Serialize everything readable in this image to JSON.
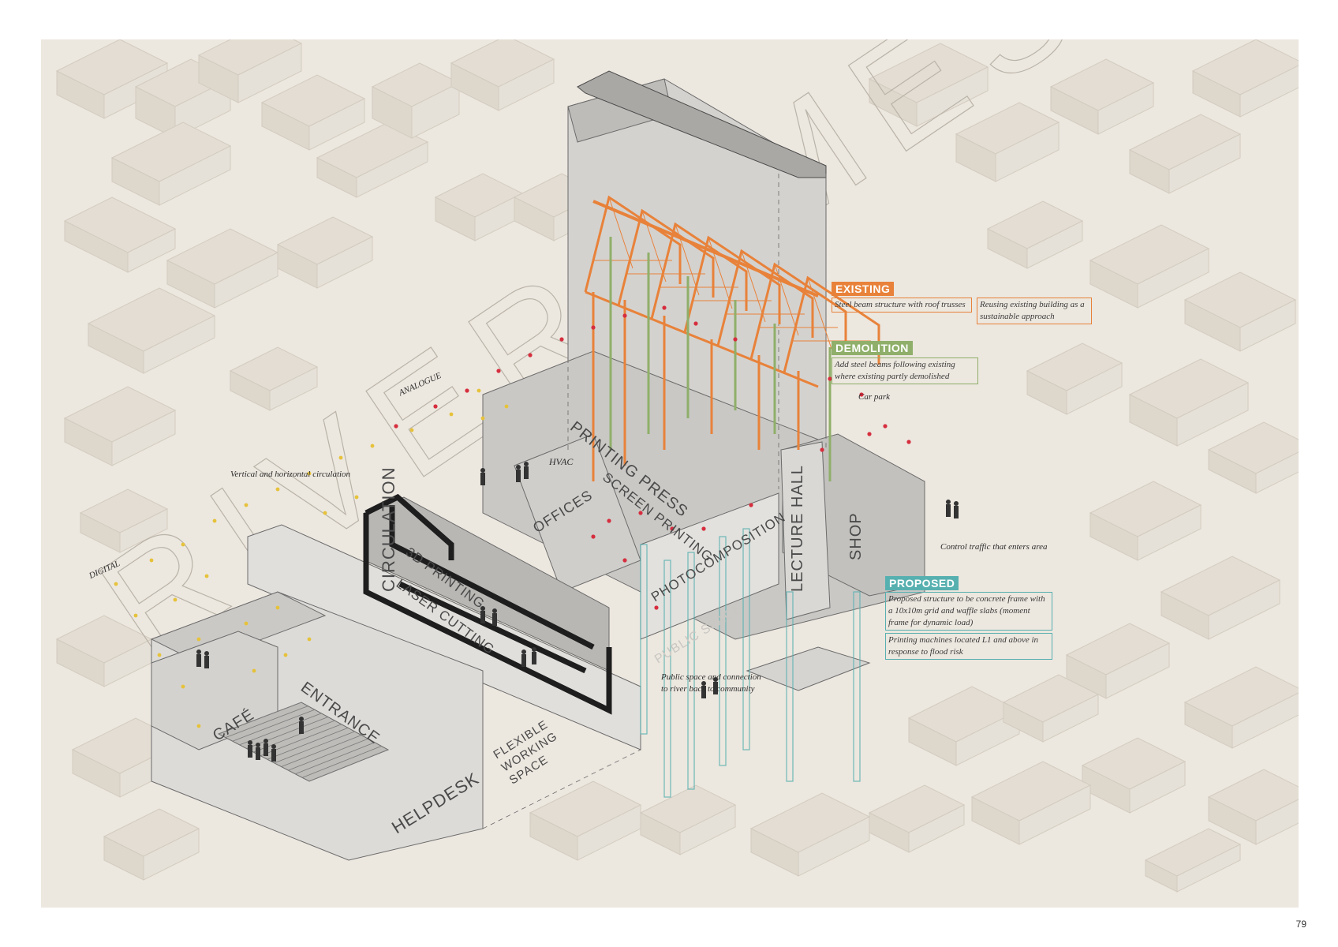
{
  "page_number": "79",
  "watermark": "RIVERTIMES",
  "colors": {
    "paper": "#ece7df",
    "block": "#e3ddd3",
    "block_line": "#d2cbbf",
    "existing": "#e8823a",
    "demolition": "#8faf6a",
    "proposed": "#57b0b0",
    "digital_dots": "#e6c23a",
    "analogue_dots": "#d62e3e"
  },
  "legend": {
    "existing": {
      "heading": "EXISTING",
      "notes": [
        "Steel beam structure with roof trusses",
        "Reusing existing building as a sustainable approach"
      ]
    },
    "demolition": {
      "heading": "DEMOLITION",
      "notes": [
        "Add steel beams following existing where existing partly demolished"
      ]
    },
    "proposed": {
      "heading": "PROPOSED",
      "notes": [
        "Proposed structure to be concrete frame with a 10x10m grid and waffle slabs (moment frame for dynamic load)",
        "Printing machines located L1 and above in response to flood risk"
      ]
    }
  },
  "annotations": {
    "car_park": "Car park",
    "control_traffic": "Control traffic that enters area",
    "public_space": "Public space and connection to river back to community",
    "circulation_note": "Vertical and horizontal circulation",
    "hvac": "HVAC",
    "analogue": "ANALOGUE",
    "digital": "DIGITAL"
  },
  "zones": {
    "circulation": "CIRCULATION",
    "printing_press": "PRINTING PRESS",
    "screen_printing": "SCREEN PRINTING",
    "offices": "OFFICES",
    "photocomposition": "PHOTOCOMPOSITION",
    "lecture_hall": "LECTURE HALL",
    "shop": "SHOP",
    "printing_3d": "3D PRINTING",
    "laser_cutting": "LASER CUTTING",
    "public_space": "PUBLIC SPACE",
    "cafe": "CAFÉ",
    "entrance": "ENTRANCE",
    "helpdesk": "HELPDESK",
    "flexible_working_space": "FLEXIBLE WORKING SPACE"
  }
}
